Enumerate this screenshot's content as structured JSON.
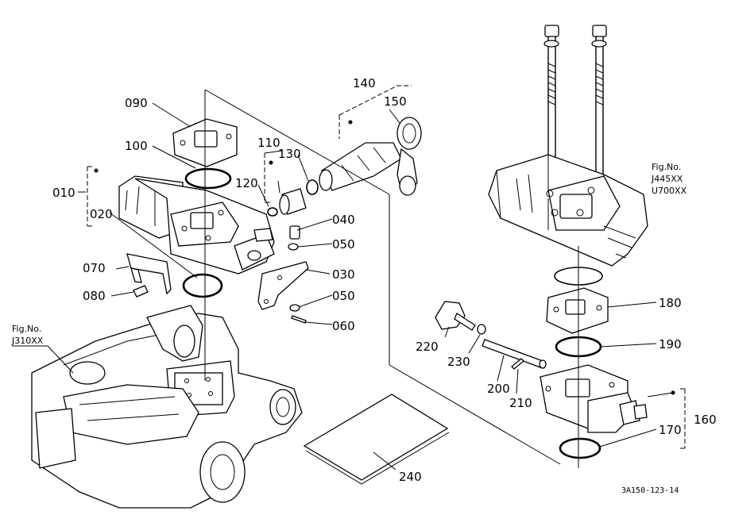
{
  "parts": {
    "p010": "010",
    "p020": "020",
    "p030": "030",
    "p040": "040",
    "p050a": "050",
    "p050b": "050",
    "p060": "060",
    "p070": "070",
    "p080": "080",
    "p090": "090",
    "p100": "100",
    "p110": "110",
    "p120": "120",
    "p130": "130",
    "p140": "140",
    "p150": "150",
    "p160": "160",
    "p170": "170",
    "p180": "180",
    "p190": "190",
    "p200": "200",
    "p210": "210",
    "p220": "220",
    "p230": "230",
    "p240": "240"
  },
  "refs": {
    "fig_left_title": "Fig.No.",
    "fig_left_code": "J310XX",
    "fig_right_title": "Fig.No.",
    "fig_right_code1": "J445XX",
    "fig_right_code2": "U700XX"
  },
  "drawing_code": "3A150-123-14"
}
